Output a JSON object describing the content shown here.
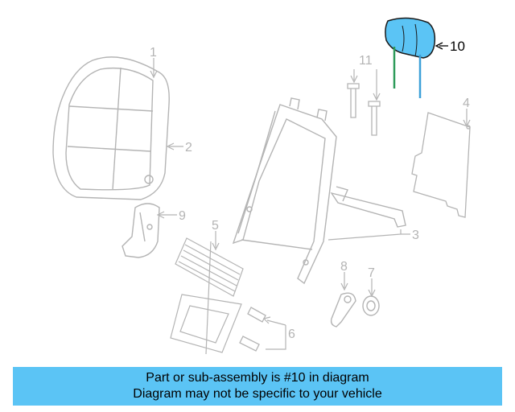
{
  "diagram": {
    "callouts": {
      "c1": "1",
      "c2": "2",
      "c3": "3",
      "c4": "4",
      "c5": "5",
      "c6": "6",
      "c7": "7",
      "c8": "8",
      "c9": "9",
      "c10": "10",
      "c11": "11"
    },
    "highlighted_part": "10",
    "colors": {
      "highlight_fill": "#5bc4f5",
      "highlight_stroke": "#1a1a1a",
      "headrest_posts": "#2e9b5a",
      "faded_line": "#b4b4b4",
      "banner_bg": "#5bc4f5"
    }
  },
  "banner": {
    "line1": "Part or sub-assembly is #10 in diagram",
    "line2": "Diagram may not be specific to your vehicle"
  }
}
